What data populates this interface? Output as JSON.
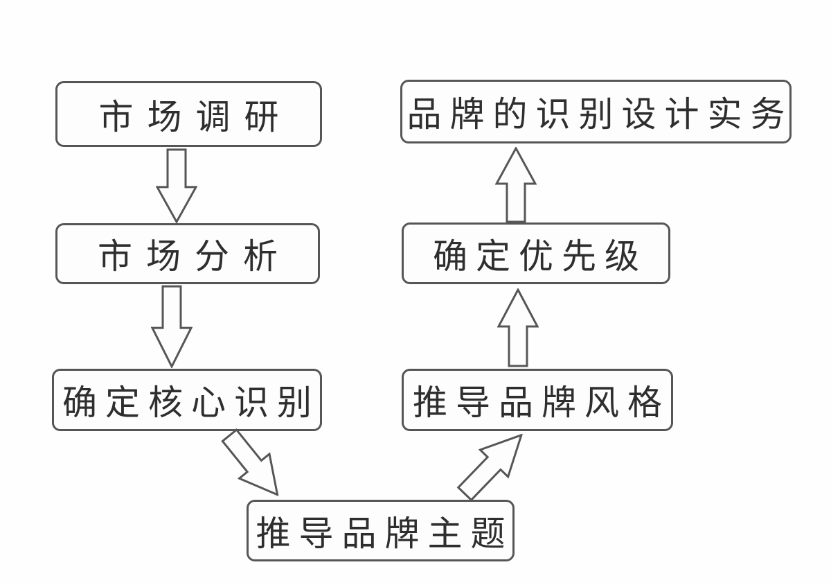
{
  "flowchart": {
    "background_color": "#fefefe",
    "line_color": "#565656",
    "text_color": "#2e2e2e",
    "nodes": [
      {
        "id": "market-research",
        "label": "市场调研"
      },
      {
        "id": "market-analysis",
        "label": "市场分析"
      },
      {
        "id": "core-identity",
        "label": "确定核心识别"
      },
      {
        "id": "brand-theme",
        "label": "推导品牌主题"
      },
      {
        "id": "brand-style",
        "label": "推导品牌风格"
      },
      {
        "id": "priority",
        "label": "确定优先级"
      },
      {
        "id": "design-practice",
        "label": "品牌的识别设计实务"
      }
    ],
    "edges": [
      {
        "from": "市场调研",
        "to": "市场分析",
        "direction": "down"
      },
      {
        "from": "市场分析",
        "to": "确定核心识别",
        "direction": "down"
      },
      {
        "from": "确定核心识别",
        "to": "推导品牌主题",
        "direction": "down-right"
      },
      {
        "from": "推导品牌主题",
        "to": "推导品牌风格",
        "direction": "up-right"
      },
      {
        "from": "推导品牌风格",
        "to": "确定优先级",
        "direction": "up"
      },
      {
        "from": "确定优先级",
        "to": "品牌的识别设计实务",
        "direction": "up"
      }
    ]
  }
}
